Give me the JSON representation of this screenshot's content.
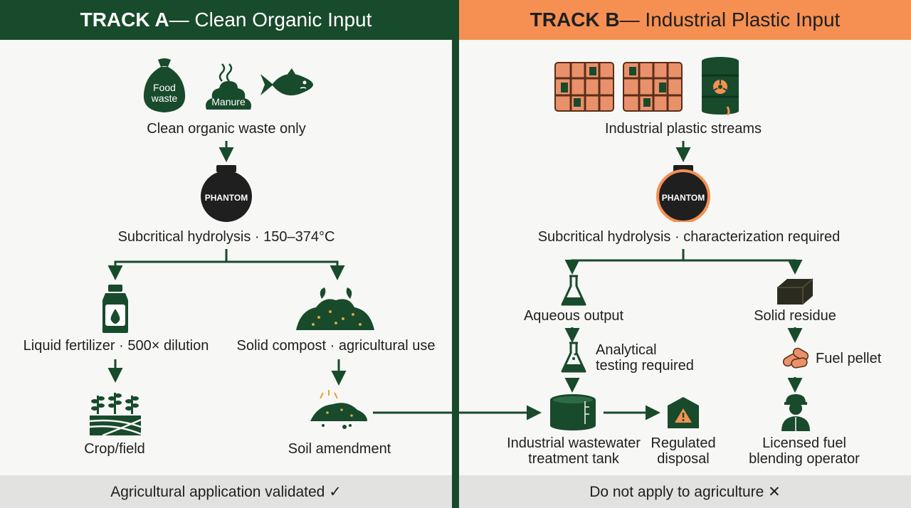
{
  "track_a": {
    "title_bold": "TRACK A",
    "title_rest": " — Clean Organic Input",
    "icons": {
      "bag_line1": "Food",
      "bag_line2": "waste",
      "manure": "Manure"
    },
    "input_label": "Clean organic waste only",
    "reactor_label": "PHANTOM",
    "process_label": "Subcritical hydrolysis · 150–374°C",
    "liquid_label": "Liquid fertilizer · 500× dilution",
    "solid_label": "Solid compost · agricultural use",
    "crop_label": "Crop/field",
    "soil_label": "Soil amendment",
    "footer": "Agricultural application validated ✓"
  },
  "track_b": {
    "title_bold": "TRACK B",
    "title_rest": " — Industrial Plastic Input",
    "input_label": "Industrial plastic streams",
    "reactor_label": "PHANTOM",
    "process_label": "Subcritical hydrolysis · characterization required",
    "aqueous_label": "Aqueous output",
    "testing_line1": "Analytical",
    "testing_line2": "testing required",
    "tank_line1": "Industrial wastewater",
    "tank_line2": "treatment tank",
    "disposal_line1": "Regulated",
    "disposal_line2": "disposal",
    "residue_label": "Solid residue",
    "pellet_label": "Fuel pellet",
    "operator_line1": "Licensed fuel",
    "operator_line2": "blending operator",
    "footer": "Do not apply to agriculture ✕"
  },
  "colors": {
    "dark_green": "#184a2c",
    "orange": "#f59052",
    "footer_gray": "#e2e2e0"
  },
  "icons": [
    "food-waste-bag-icon",
    "manure-icon",
    "fish-icon",
    "reactor-icon",
    "bottle-icon",
    "compost-pile-icon",
    "crop-field-icon",
    "soil-icon",
    "plastic-bale-icon",
    "hazard-barrel-icon",
    "flask-icon",
    "treatment-tank-icon",
    "warning-container-icon",
    "solid-block-icon",
    "fuel-pellet-icon",
    "operator-icon"
  ]
}
